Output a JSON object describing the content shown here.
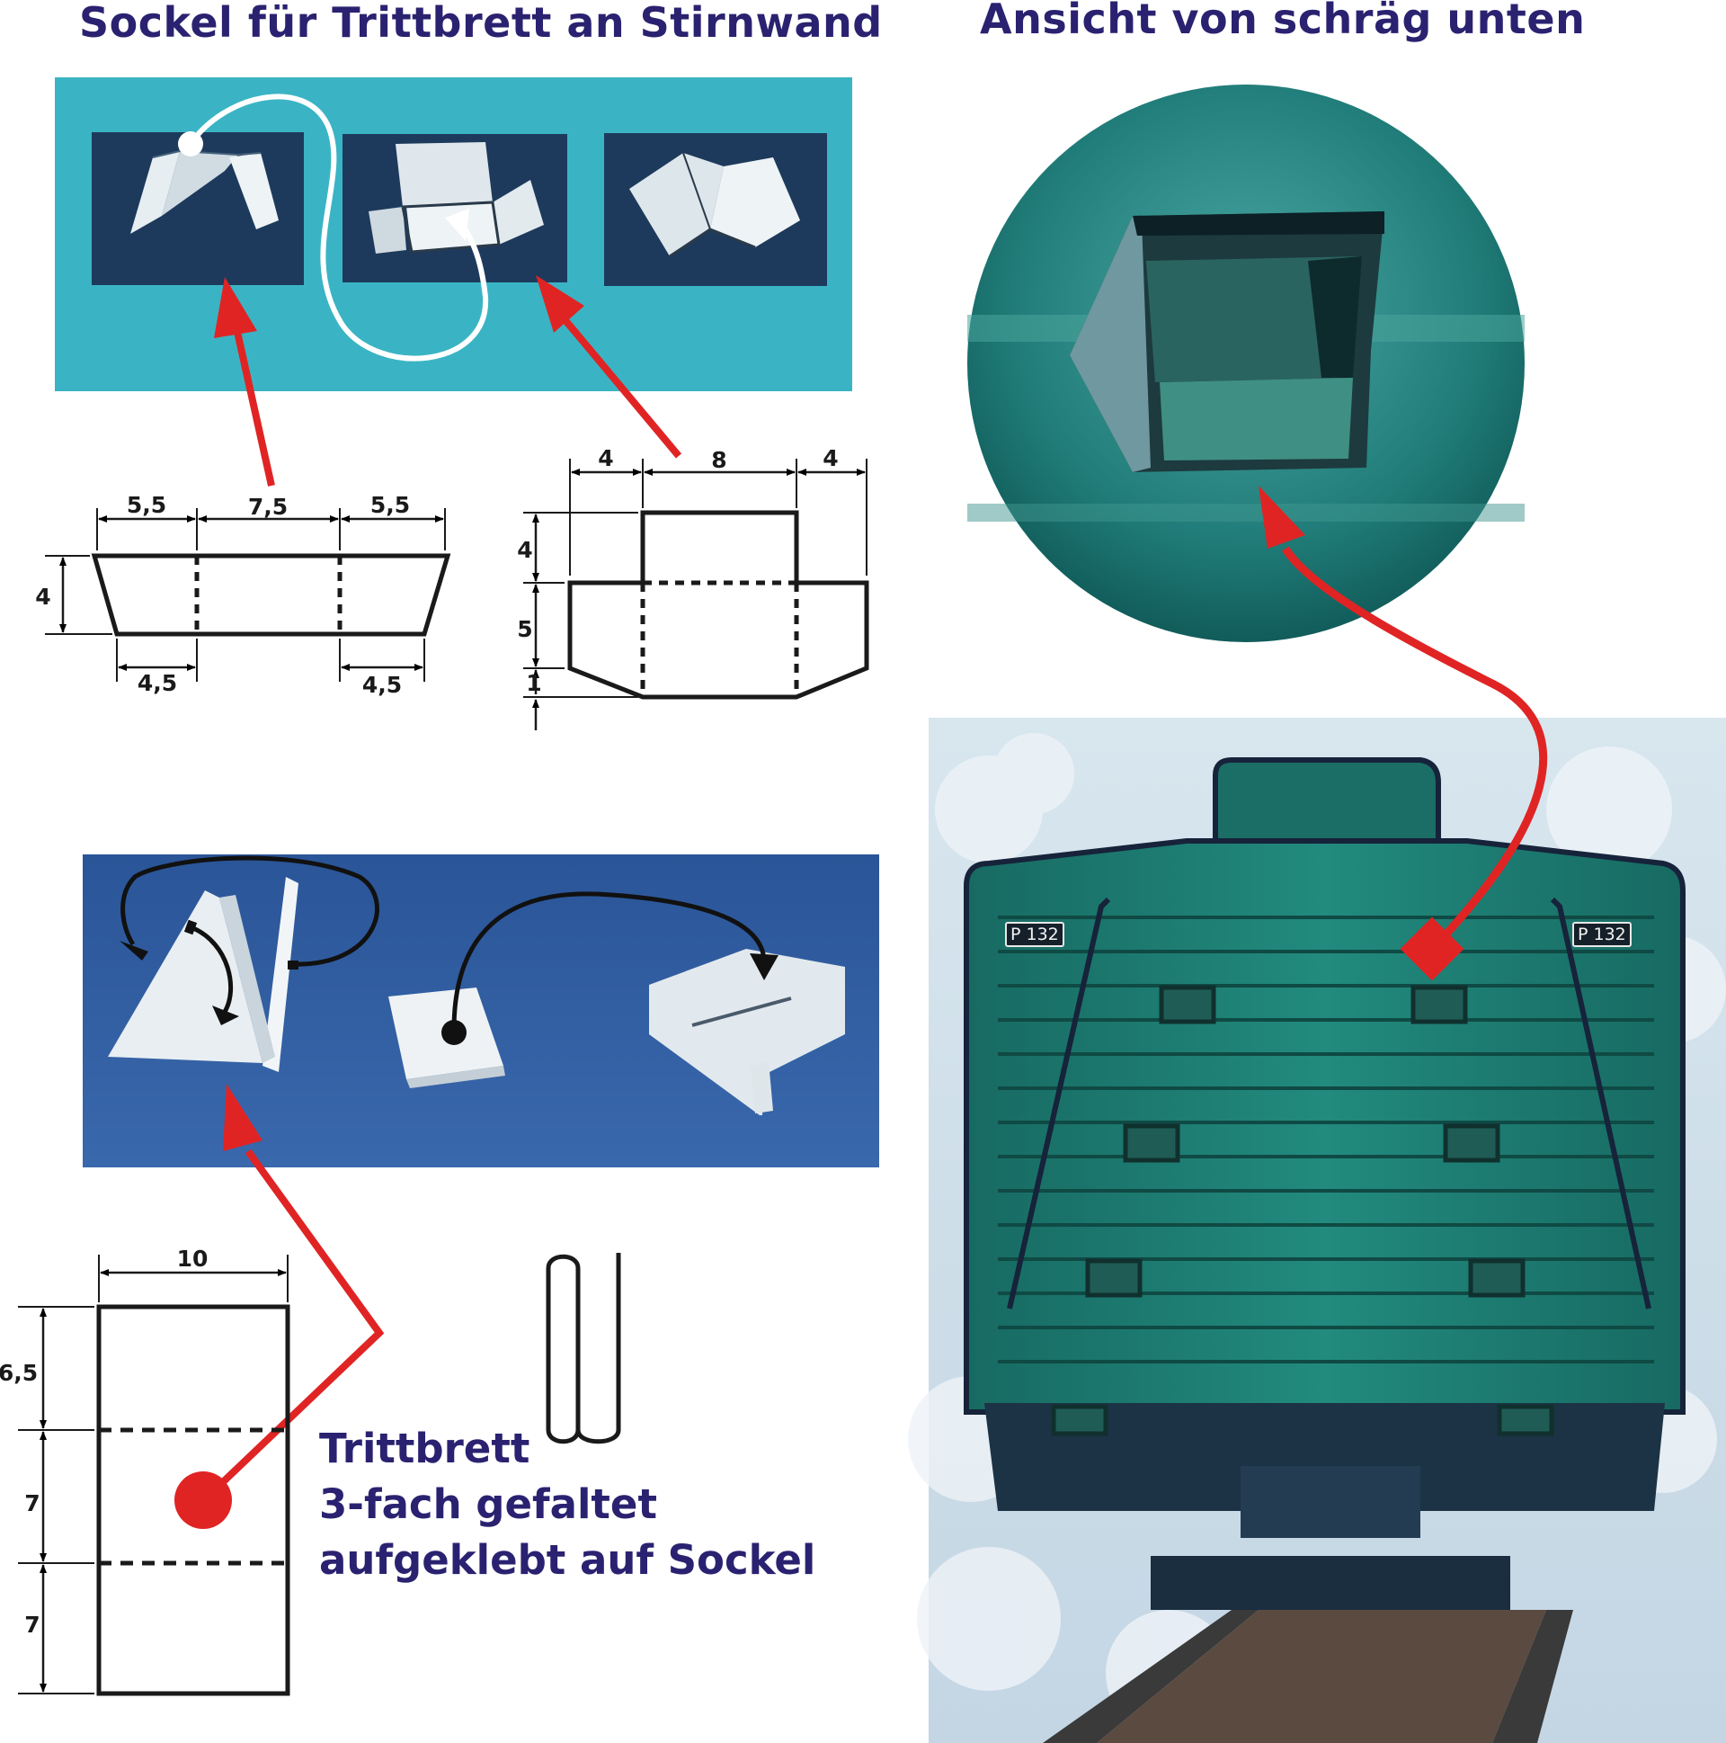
{
  "headings": {
    "left": "Sockel für Trittbrett an Stirnwand",
    "right": "Ansicht von schräg unten"
  },
  "drawing1": {
    "top": [
      "5,5",
      "7,5",
      "5,5"
    ],
    "height": "4",
    "bottom": [
      "4,5",
      "4,5"
    ]
  },
  "drawing2": {
    "top": [
      "4",
      "8",
      "4"
    ],
    "side": [
      "4",
      "5",
      "1"
    ]
  },
  "drawing3": {
    "width": "10",
    "side": [
      "6,5",
      "7",
      "7"
    ]
  },
  "note": {
    "line1": "Trittbrett",
    "line2": "3-fach gefaltet",
    "line3": "aufgeklebt auf Sockel"
  },
  "wagon": {
    "plate_left": "P 132",
    "plate_right": "P 132"
  },
  "colors": {
    "heading": "#2a2270",
    "arrow_red": "#e02424",
    "panel_teal": "#3ab4c4",
    "panel_blue": "#2e5a9c",
    "wagon_green": "#1f7f74"
  }
}
